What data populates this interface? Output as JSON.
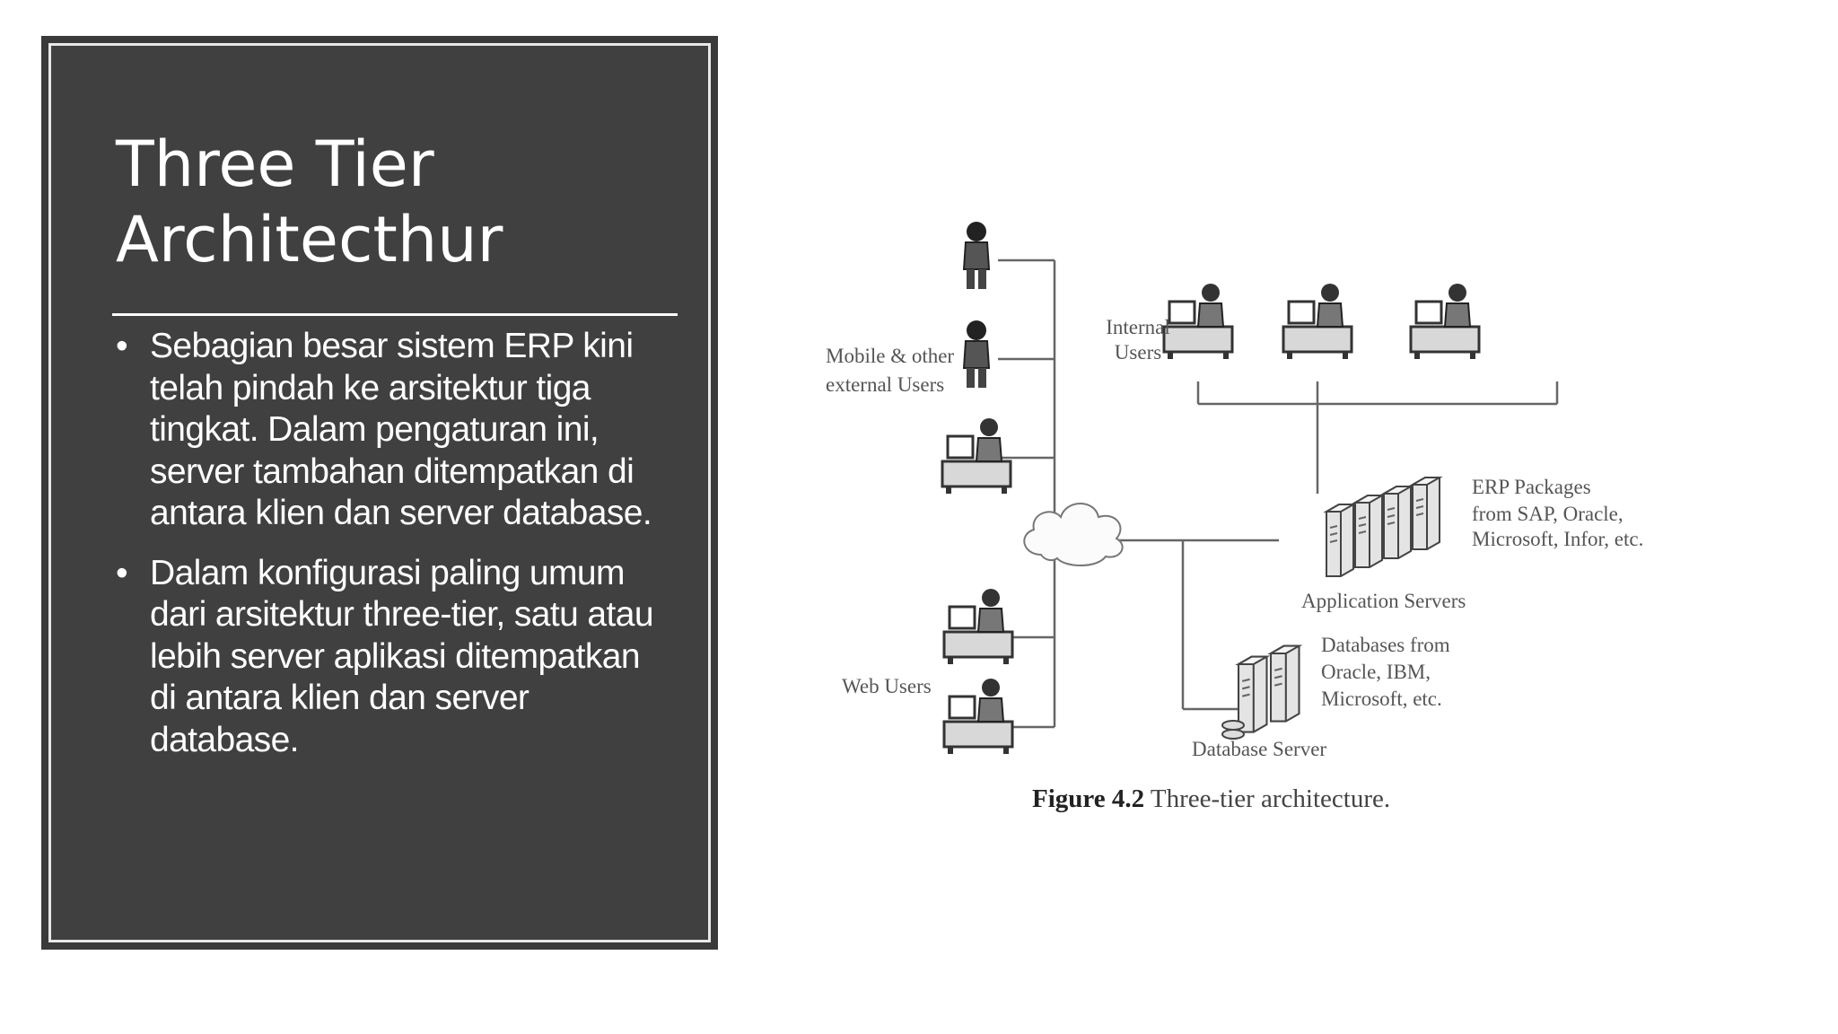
{
  "slide": {
    "title_lines": [
      "Three Tier",
      "Architecthur"
    ],
    "bullets": [
      "Sebagian besar sistem ERP kini telah pindah ke arsitektur tiga tingkat. Dalam pengaturan ini, server tambahan ditempatkan di antara klien dan server database.",
      "Dalam konfigurasi paling umum dari arsitektur three-tier, satu atau lebih server aplikasi ditempatkan di antara klien dan server database."
    ]
  },
  "figure": {
    "labels": {
      "mobile_line1": "Mobile & other",
      "mobile_line2": "external Users",
      "internal_line1": "Internal",
      "internal_line2": "Users",
      "erp_line1": "ERP Packages",
      "erp_line2": "from SAP, Oracle,",
      "erp_line3": "Microsoft, Infor, etc.",
      "app_servers": "Application Servers",
      "db_line1": "Databases from",
      "db_line2": "Oracle, IBM,",
      "db_line3": "Microsoft, etc.",
      "web_users": "Web Users",
      "db_server": "Database Server"
    },
    "caption_bold": "Figure 4.2",
    "caption_text": " Three-tier architecture."
  }
}
